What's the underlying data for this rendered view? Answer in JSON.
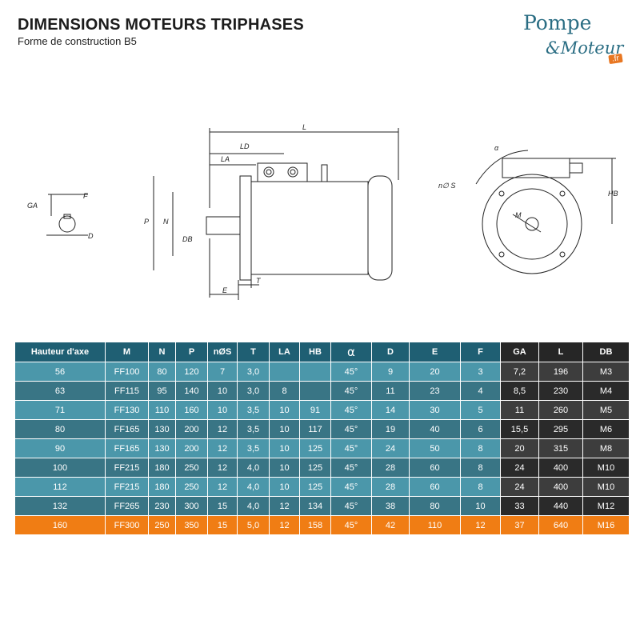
{
  "header": {
    "title": "DIMENSIONS MOTEURS TRIPHASES",
    "subtitle": "Forme de construction B5"
  },
  "logo": {
    "line1": "Pompe",
    "line2": "&Moteur",
    "tld": ".fr",
    "text_color": "#2a6d83",
    "tld_color": "#e87722"
  },
  "drawing_labels": {
    "GA": "GA",
    "F": "F",
    "D": "D",
    "L": "L",
    "LD": "LD",
    "LA": "LA",
    "P": "P",
    "N": "N",
    "DB": "DB",
    "T": "T",
    "E": "E",
    "alpha": "α",
    "nS": "n∅ S",
    "M": "M",
    "HB": "HB"
  },
  "table": {
    "headers": [
      "Hauteur d'axe",
      "M",
      "N",
      "P",
      "nØS",
      "T",
      "LA",
      "HB",
      "α",
      "D",
      "E",
      "F",
      "GA",
      "L",
      "DB"
    ],
    "rows": [
      [
        "56",
        "FF100",
        "80",
        "120",
        "7",
        "3,0",
        "",
        "",
        "45°",
        "9",
        "20",
        "3",
        "7,2",
        "196",
        "M3"
      ],
      [
        "63",
        "FF115",
        "95",
        "140",
        "10",
        "3,0",
        "8",
        "",
        "45°",
        "11",
        "23",
        "4",
        "8,5",
        "230",
        "M4"
      ],
      [
        "71",
        "FF130",
        "110",
        "160",
        "10",
        "3,5",
        "10",
        "91",
        "45°",
        "14",
        "30",
        "5",
        "11",
        "260",
        "M5"
      ],
      [
        "80",
        "FF165",
        "130",
        "200",
        "12",
        "3,5",
        "10",
        "117",
        "45°",
        "19",
        "40",
        "6",
        "15,5",
        "295",
        "M6"
      ],
      [
        "90",
        "FF165",
        "130",
        "200",
        "12",
        "3,5",
        "10",
        "125",
        "45°",
        "24",
        "50",
        "8",
        "20",
        "315",
        "M8"
      ],
      [
        "100",
        "FF215",
        "180",
        "250",
        "12",
        "4,0",
        "10",
        "125",
        "45°",
        "28",
        "60",
        "8",
        "24",
        "400",
        "M10"
      ],
      [
        "112",
        "FF215",
        "180",
        "250",
        "12",
        "4,0",
        "10",
        "125",
        "45°",
        "28",
        "60",
        "8",
        "24",
        "400",
        "M10"
      ],
      [
        "132",
        "FF265",
        "230",
        "300",
        "15",
        "4,0",
        "12",
        "134",
        "45°",
        "38",
        "80",
        "10",
        "33",
        "440",
        "M12"
      ],
      [
        "160",
        "FF300",
        "250",
        "350",
        "15",
        "5,0",
        "12",
        "158",
        "45°",
        "42",
        "110",
        "12",
        "37",
        "640",
        "M16"
      ]
    ],
    "highlight_row": 8,
    "colors": {
      "header": "#1f5f73",
      "row_light": "#4b97aa",
      "row_dark": "#397585",
      "dark_col": "#262626",
      "highlight": "#f07d14"
    }
  }
}
